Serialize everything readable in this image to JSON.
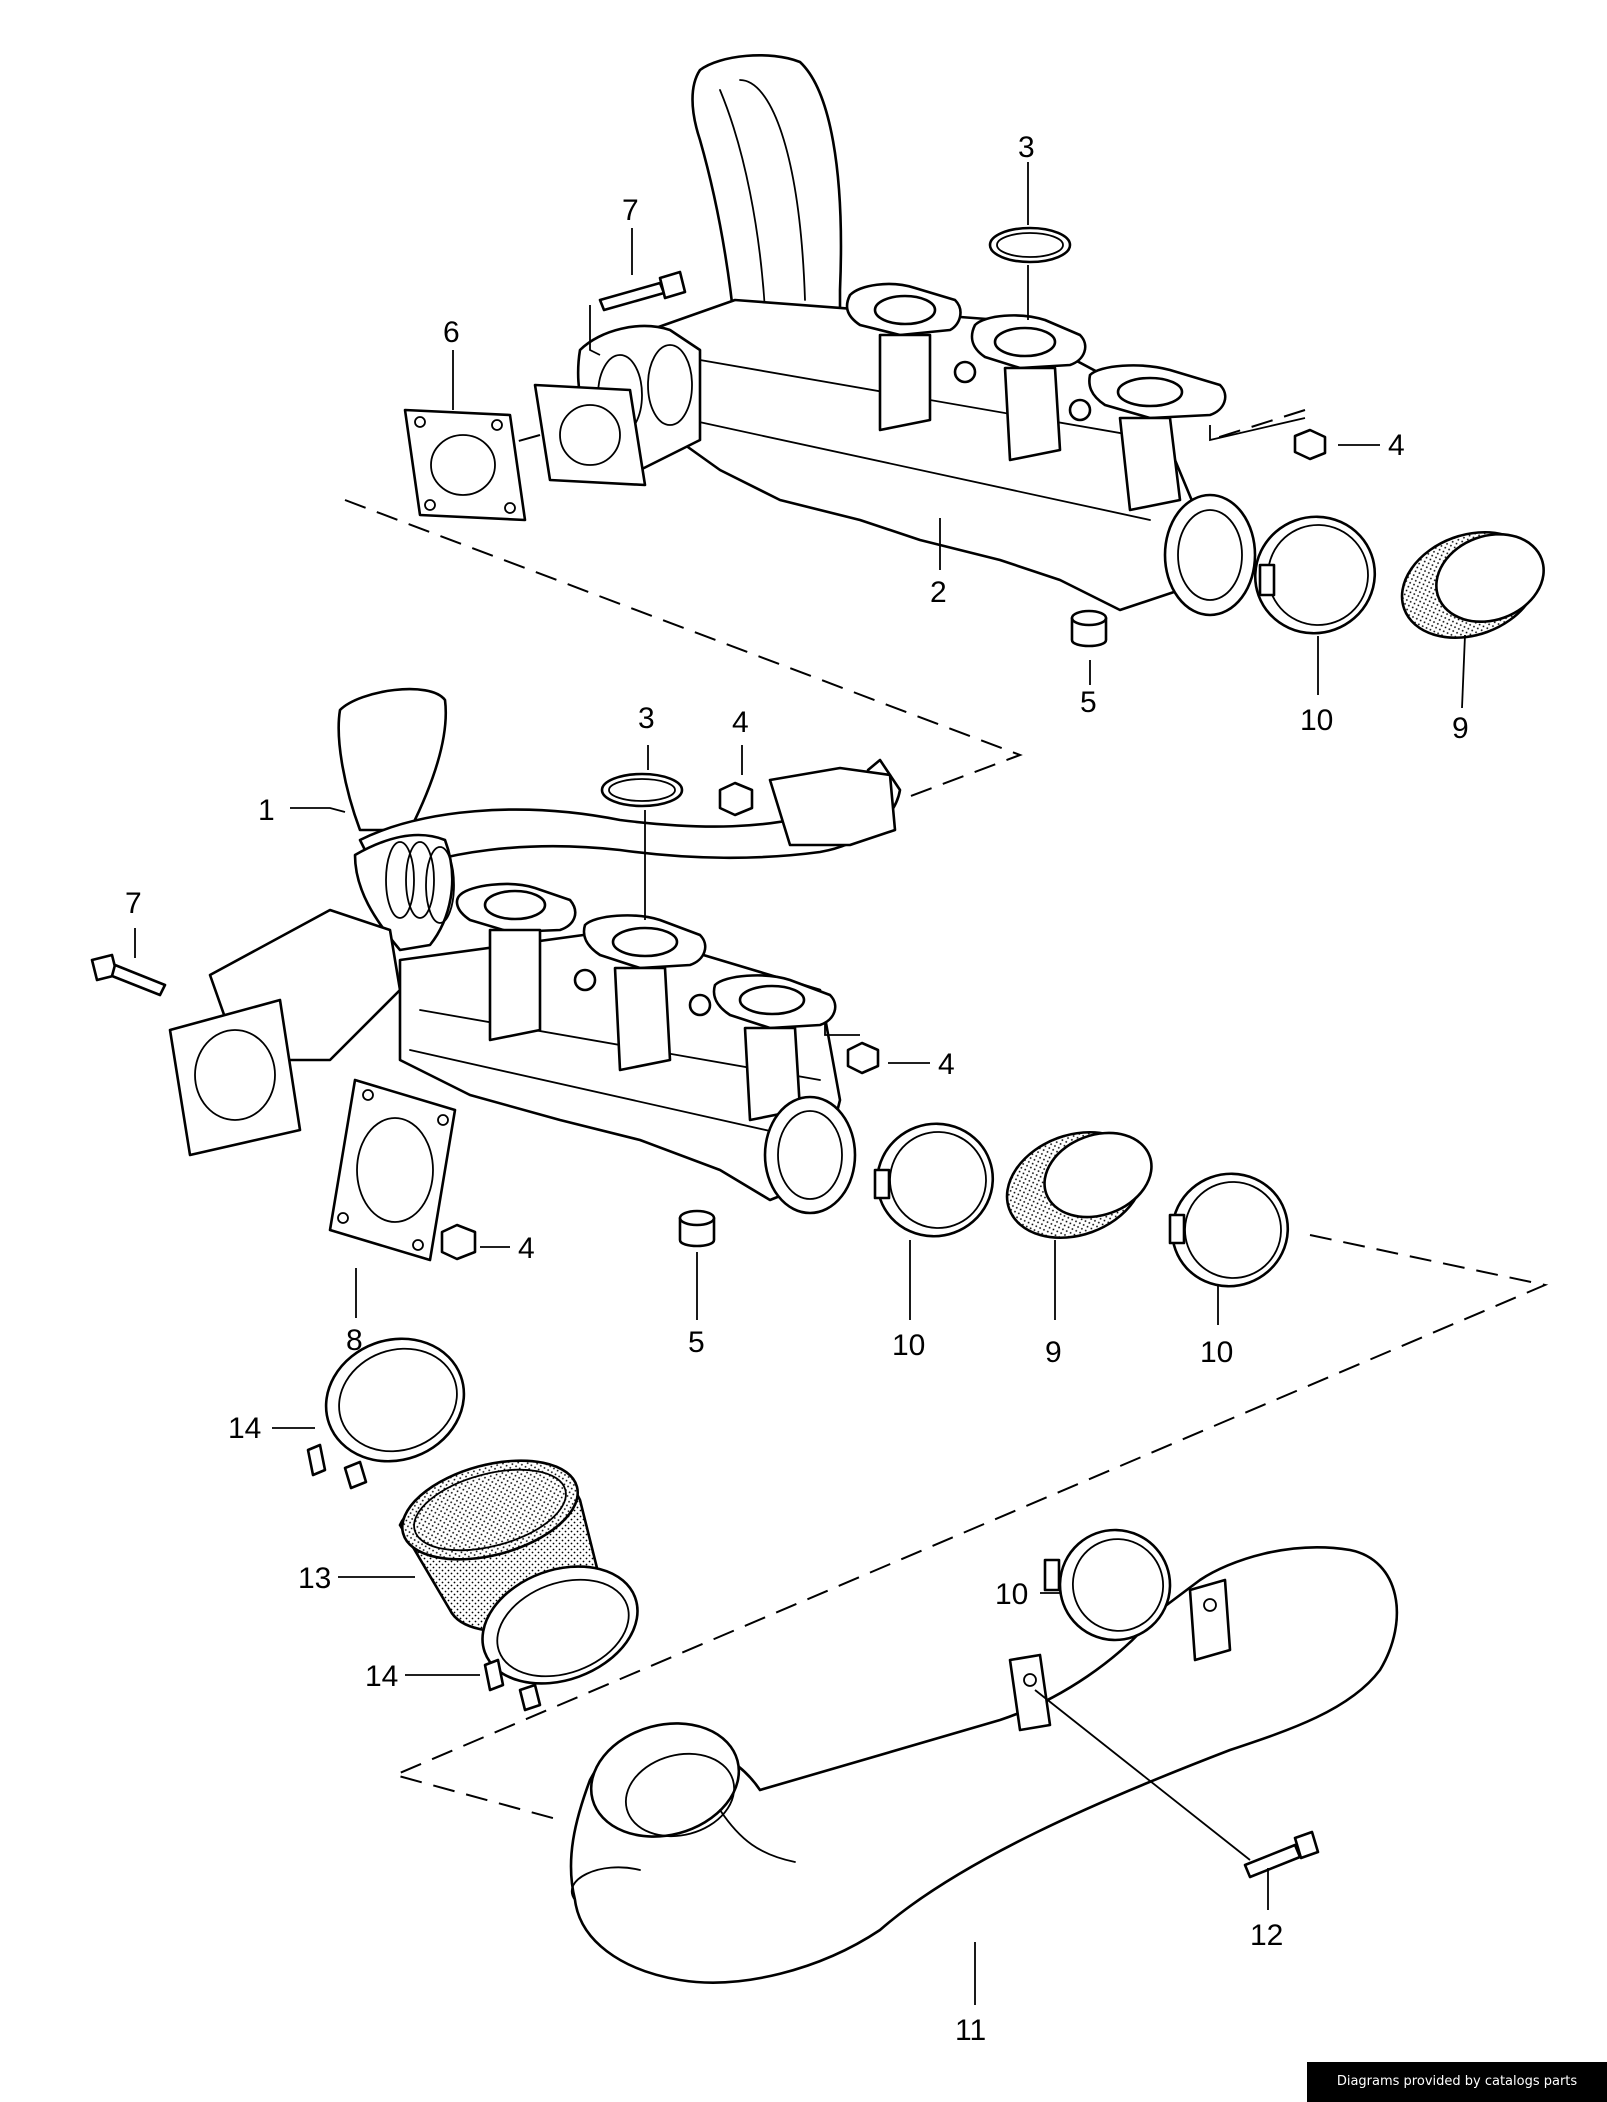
{
  "callouts": {
    "top_3": "3",
    "top_7": "7",
    "top_6": "6",
    "top_4": "4",
    "top_2": "2",
    "top_5": "5",
    "top_10": "10",
    "top_9": "9",
    "mid_3": "3",
    "mid_4a": "4",
    "mid_1": "1",
    "mid_7": "7",
    "mid_4b": "4",
    "mid_4c": "4",
    "mid_8": "8",
    "mid_5": "5",
    "mid_10a": "10",
    "mid_9": "9",
    "mid_10b": "10",
    "low_14a": "14",
    "low_13": "13",
    "low_14b": "14",
    "low_10": "10",
    "low_12": "12",
    "low_11": "11"
  },
  "footer": {
    "credit": "Diagrams provided by catalogs parts"
  },
  "colors": {
    "line": "#000000",
    "background": "#ffffff",
    "credit_bar": "#000000",
    "credit_text": "#ffffff"
  }
}
